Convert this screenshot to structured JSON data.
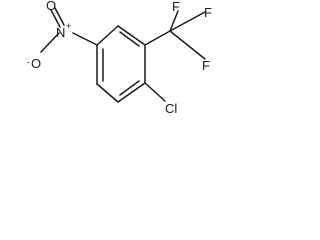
{
  "molecule": {
    "atoms": {
      "fluorine": "F",
      "chlorine": "Cl",
      "nitrogen": "N",
      "oxygen": "O"
    },
    "charges": {
      "positive": "+",
      "negative": "-"
    }
  }
}
